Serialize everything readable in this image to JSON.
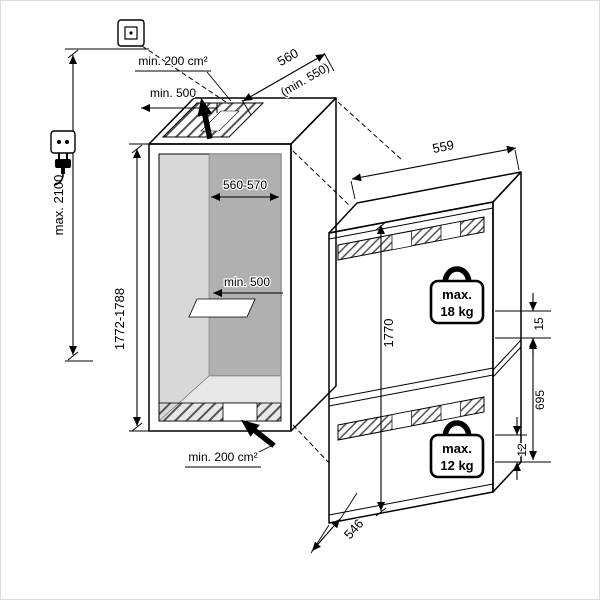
{
  "diagram": {
    "type": "built-in-appliance-installation-dimensions",
    "colors": {
      "line": "#000000",
      "niche_back": "#b0b0b0",
      "niche_side": "#d8d8d8",
      "niche_floor": "#e8e8e8"
    },
    "icons": {
      "ceiling_socket": "square-socket-symbol",
      "wall_plug": "power-plug-symbol",
      "airflow": "bold-black-arrow",
      "door_load": "weight-kettlebell"
    },
    "niche": {
      "max_height": "max. 2100",
      "vent_area_top": "min. 200 cm²",
      "clearance_top": "min. 500",
      "depth": "560",
      "depth_min": "(min. 550)",
      "width": "560-570",
      "height": "1772-1788",
      "clearance_floor": "min. 500",
      "vent_area_bottom": "min. 200 cm²"
    },
    "appliance": {
      "width": "559",
      "height": "1770",
      "depth": "546",
      "gap_upper": "15",
      "lower_door_height": "695",
      "gap_lower": "12",
      "upper_door_load": {
        "line1": "max.",
        "line2": "18 kg"
      },
      "lower_door_load": {
        "line1": "max.",
        "line2": "12 kg"
      }
    }
  }
}
